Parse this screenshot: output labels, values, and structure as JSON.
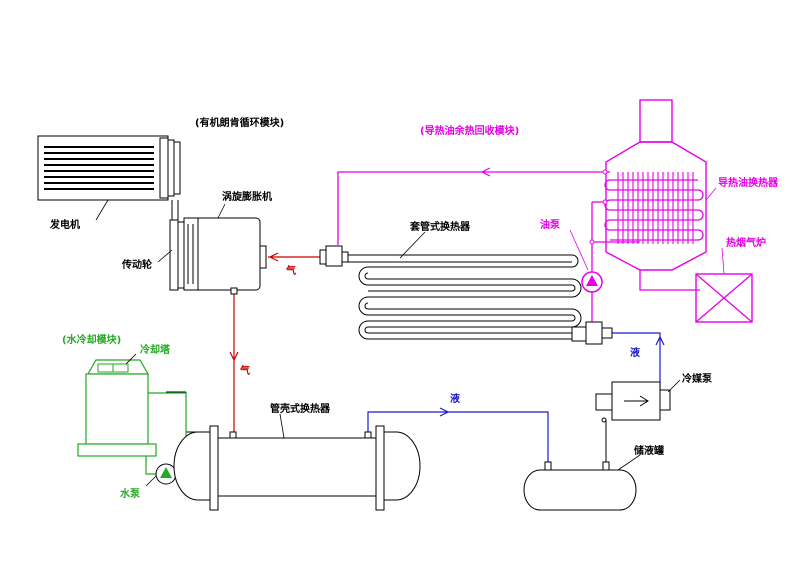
{
  "colors": {
    "organic": "#000000",
    "thermal_oil": "#e600e6",
    "cooling_water": "#22aa22",
    "vapor": "#cc0000",
    "liquid": "#1a1acc"
  },
  "labels": {
    "organic_rankine_module": "(有机朗肯循环模块)",
    "thermal_oil_module": "(导热油余热回收模块)",
    "water_cooling_module": "(水冷却模块)",
    "generator": "发电机",
    "transmission_wheel": "传动轮",
    "scroll_expander": "涡旋膨胀机",
    "tube_in_tube_hx": "套管式换热器",
    "oil_pump": "油泵",
    "thermal_oil_hx": "导热油换热器",
    "flue_gas_furnace": "热烟气炉",
    "cooling_tower": "冷却塔",
    "water_pump": "水泵",
    "shell_tube_hx": "管壳式换热器",
    "refrigerant_pump": "冷媒泵",
    "liquid_tank": "储液罐",
    "flow_gas_1": "气",
    "flow_gas_2": "气",
    "flow_liquid_1": "液",
    "flow_liquid_2": "液"
  }
}
